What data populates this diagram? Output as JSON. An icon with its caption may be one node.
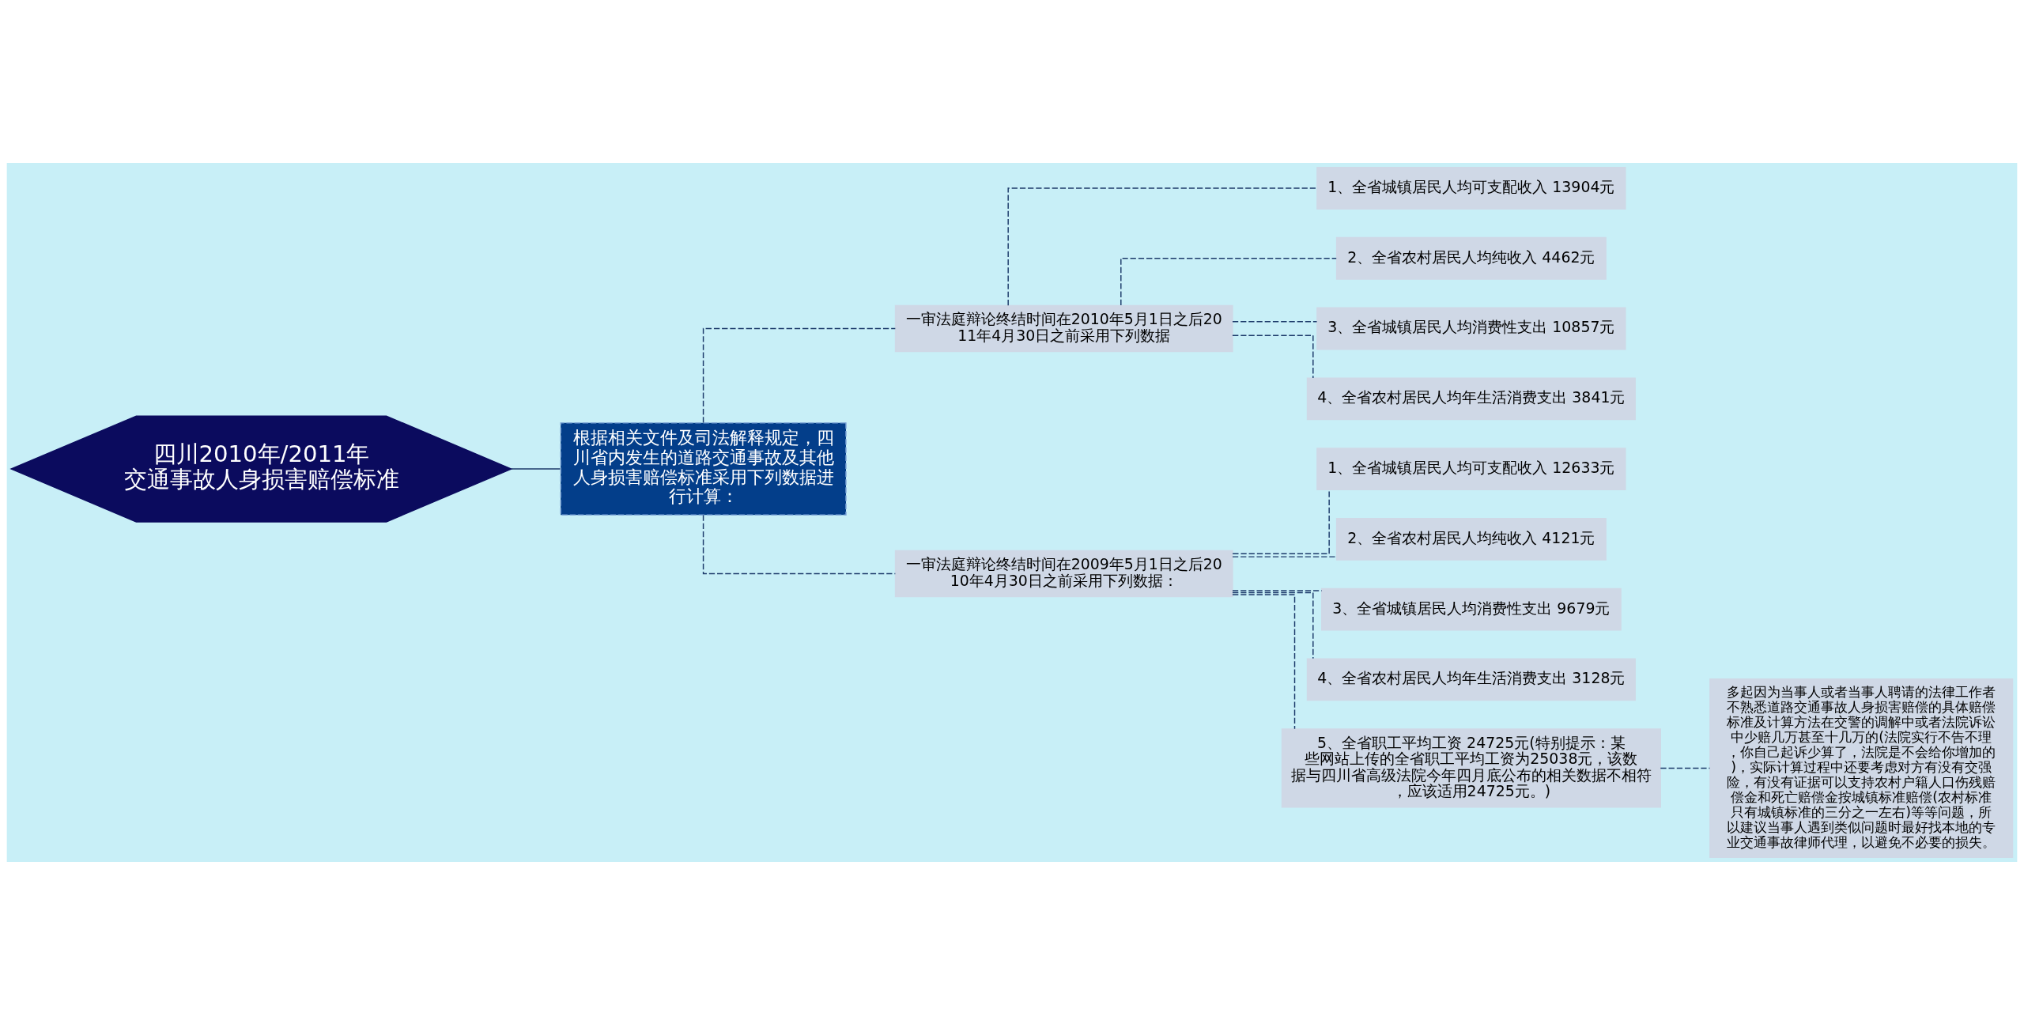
{
  "diagram": {
    "nodes": [
      {
        "text": [
          "四川2010年/2011年交通事故人身损害赔偿标准"
        ]
      },
      {
        "text": [
          "根据相关文件及司法解释规定，四川省内发生的道路交通事故及其他人身损害赔偿标准采用下列数据进行计算："
        ]
      },
      {
        "text": [
          "一审法庭辩论终结时间在2010年5月1日之后2011年4月30日之前采用下列数据"
        ]
      },
      {
        "text": [
          "1、全省城镇居民人均可支配收入 13904元"
        ]
      },
      {
        "text": [
          "2、全省农村居民人均纯收入 4462元"
        ]
      },
      {
        "text": [
          "3、全省城镇居民人均消费性支出 10857元"
        ]
      },
      {
        "text": [
          "4、全省农村居民人均年生活消费支出 3841元"
        ]
      },
      {
        "text": [
          "一审法庭辩论终结时间在2009年5月1日之后2010年4月30日之前采用下列数据："
        ]
      },
      {
        "text": [
          "1、全省城镇居民人均可支配收入 12633元"
        ]
      },
      {
        "text": [
          "2、全省农村居民人均纯收入 4121元"
        ]
      },
      {
        "text": [
          "3、全省城镇居民人均消费性支出 9679元"
        ]
      },
      {
        "text": [
          "4、全省农村居民人均年生活消费支出 3128元"
        ]
      },
      {
        "text": [
          "5、全省职工平均工资 24725元(特别提示：某些网站上传的全省职工平均工资为25038元，该数据与四川省高级法院今年四月底公布的相关数据不相符，应该适用24725元。)"
        ]
      },
      {
        "text": [
          "多起因为当事人或者当事人聘请的法律工作者不熟悉道路交通事故人身损害赔偿的具体赔偿标准及计算方法在交警的调解中或者法院诉讼中少赔几万甚至十几万的(法院实行不告不理，你自己起诉少算了，法院是不会给你增加的)，实际计算过程中还要考虑对方有没有交强险，有没有证据可以支持农村户籍人口伤残赔偿金和死亡赔偿金按城镇标准赔偿(农村标准只有城镇标准的三分之一左右)等等问题，所以建议当事人遇到类似问题时最好找本地的专业交通事故律师代理，以避免不必要的损失。"
        ]
      }
    ],
    "edges": [
      {
        "from": 0,
        "to": 1,
        "arrow": "none"
      },
      {
        "from": 1,
        "to": 2,
        "arrow": "none",
        "style": "dashed"
      },
      {
        "from": 1,
        "to": 7,
        "arrow": "none",
        "style": "dashed"
      },
      {
        "from": 2,
        "to": 3,
        "arrow": "none",
        "style": "dashed"
      },
      {
        "from": 2,
        "to": 4,
        "arrow": "none",
        "style": "dashed"
      },
      {
        "from": 2,
        "to": 5,
        "arrow": "none",
        "style": "dashed"
      },
      {
        "from": 2,
        "to": 6,
        "arrow": "none",
        "style": "dashed"
      },
      {
        "from": 7,
        "to": 8,
        "arrow": "none",
        "style": "dashed"
      },
      {
        "from": 7,
        "to": 9,
        "arrow": "none",
        "style": "dashed"
      },
      {
        "from": 7,
        "to": 10,
        "arrow": "none",
        "style": "dashed"
      },
      {
        "from": 7,
        "to": 11,
        "arrow": "none",
        "style": "dashed"
      },
      {
        "from": 7,
        "to": 12,
        "arrow": "none",
        "style": "dashed"
      },
      {
        "from": 12,
        "to": 13,
        "arrow": "none",
        "style": "dashed"
      }
    ]
  }
}
